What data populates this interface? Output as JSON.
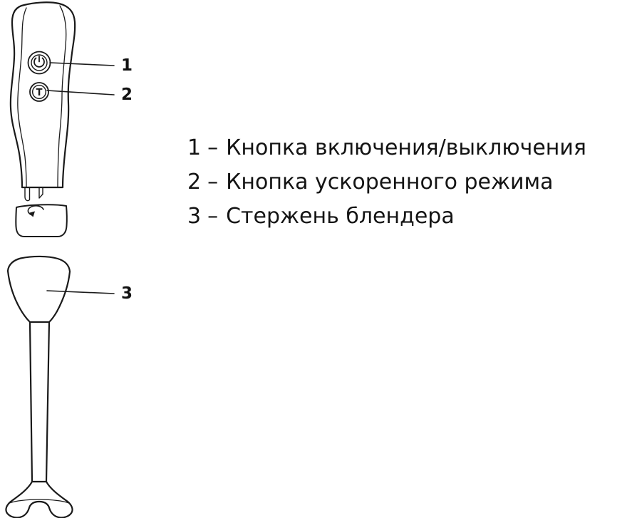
{
  "diagram": {
    "device": "hand-blender",
    "background": "#ffffff",
    "line_color": "#1a1a1a",
    "callouts": [
      {
        "num": "1"
      },
      {
        "num": "2"
      },
      {
        "num": "3"
      }
    ],
    "buttons": {
      "turbo_label": "T"
    },
    "legend": [
      {
        "num": "1",
        "dash": "–",
        "text": "Кнопка включения/выключения"
      },
      {
        "num": "2",
        "dash": "–",
        "text": "Кнопка ускоренного режима"
      },
      {
        "num": "3",
        "dash": "–",
        "text": "Стержень блендера"
      }
    ]
  }
}
